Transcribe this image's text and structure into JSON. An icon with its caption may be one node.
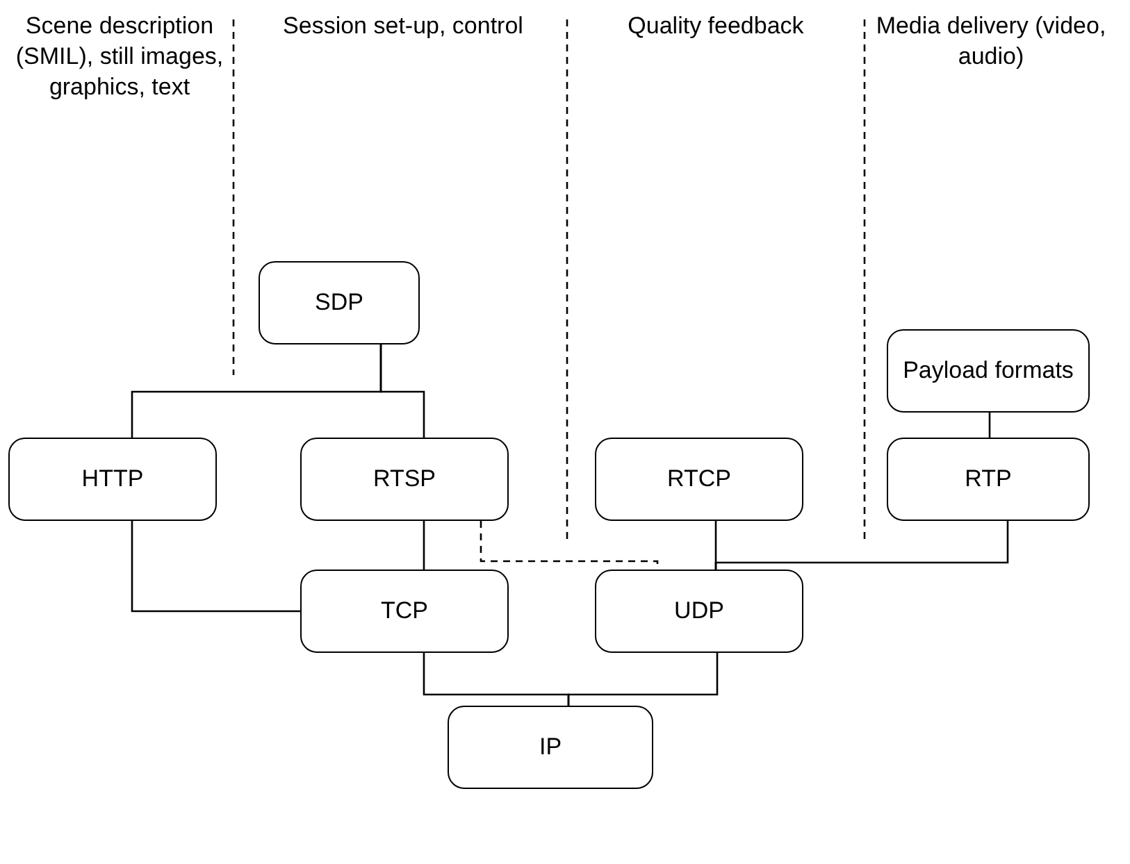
{
  "diagram": {
    "nodes": [
      {
        "text": [
          "SDP"
        ]
      },
      {
        "text": [
          "Payload formats"
        ]
      },
      {
        "text": [
          "HTTP"
        ]
      },
      {
        "text": [
          "RTSP"
        ]
      },
      {
        "text": [
          "RTCP"
        ]
      },
      {
        "text": [
          "RTP"
        ]
      },
      {
        "text": [
          "TCP"
        ]
      },
      {
        "text": [
          "UDP"
        ]
      },
      {
        "text": [
          "IP"
        ]
      }
    ],
    "edges": [
      {
        "from": 0,
        "to": 2,
        "arrow": "none"
      },
      {
        "from": 0,
        "to": 3,
        "arrow": "none"
      },
      {
        "from": 1,
        "to": 5,
        "arrow": "none"
      },
      {
        "from": 2,
        "to": 6,
        "arrow": "none"
      },
      {
        "from": 3,
        "to": 6,
        "arrow": "none"
      },
      {
        "from": 3,
        "to": 7,
        "arrow": "none",
        "style": "dashed"
      },
      {
        "from": 4,
        "to": 7,
        "arrow": "none"
      },
      {
        "from": 5,
        "to": 7,
        "arrow": "none"
      },
      {
        "from": 6,
        "to": 8,
        "arrow": "none"
      },
      {
        "from": 7,
        "to": 8,
        "arrow": "none"
      }
    ],
    "labels": [
      "Scene description (SMIL), still images, graphics, text",
      "Session set-up, control",
      "Quality feedback",
      "Media delivery (video, audio)"
    ]
  }
}
